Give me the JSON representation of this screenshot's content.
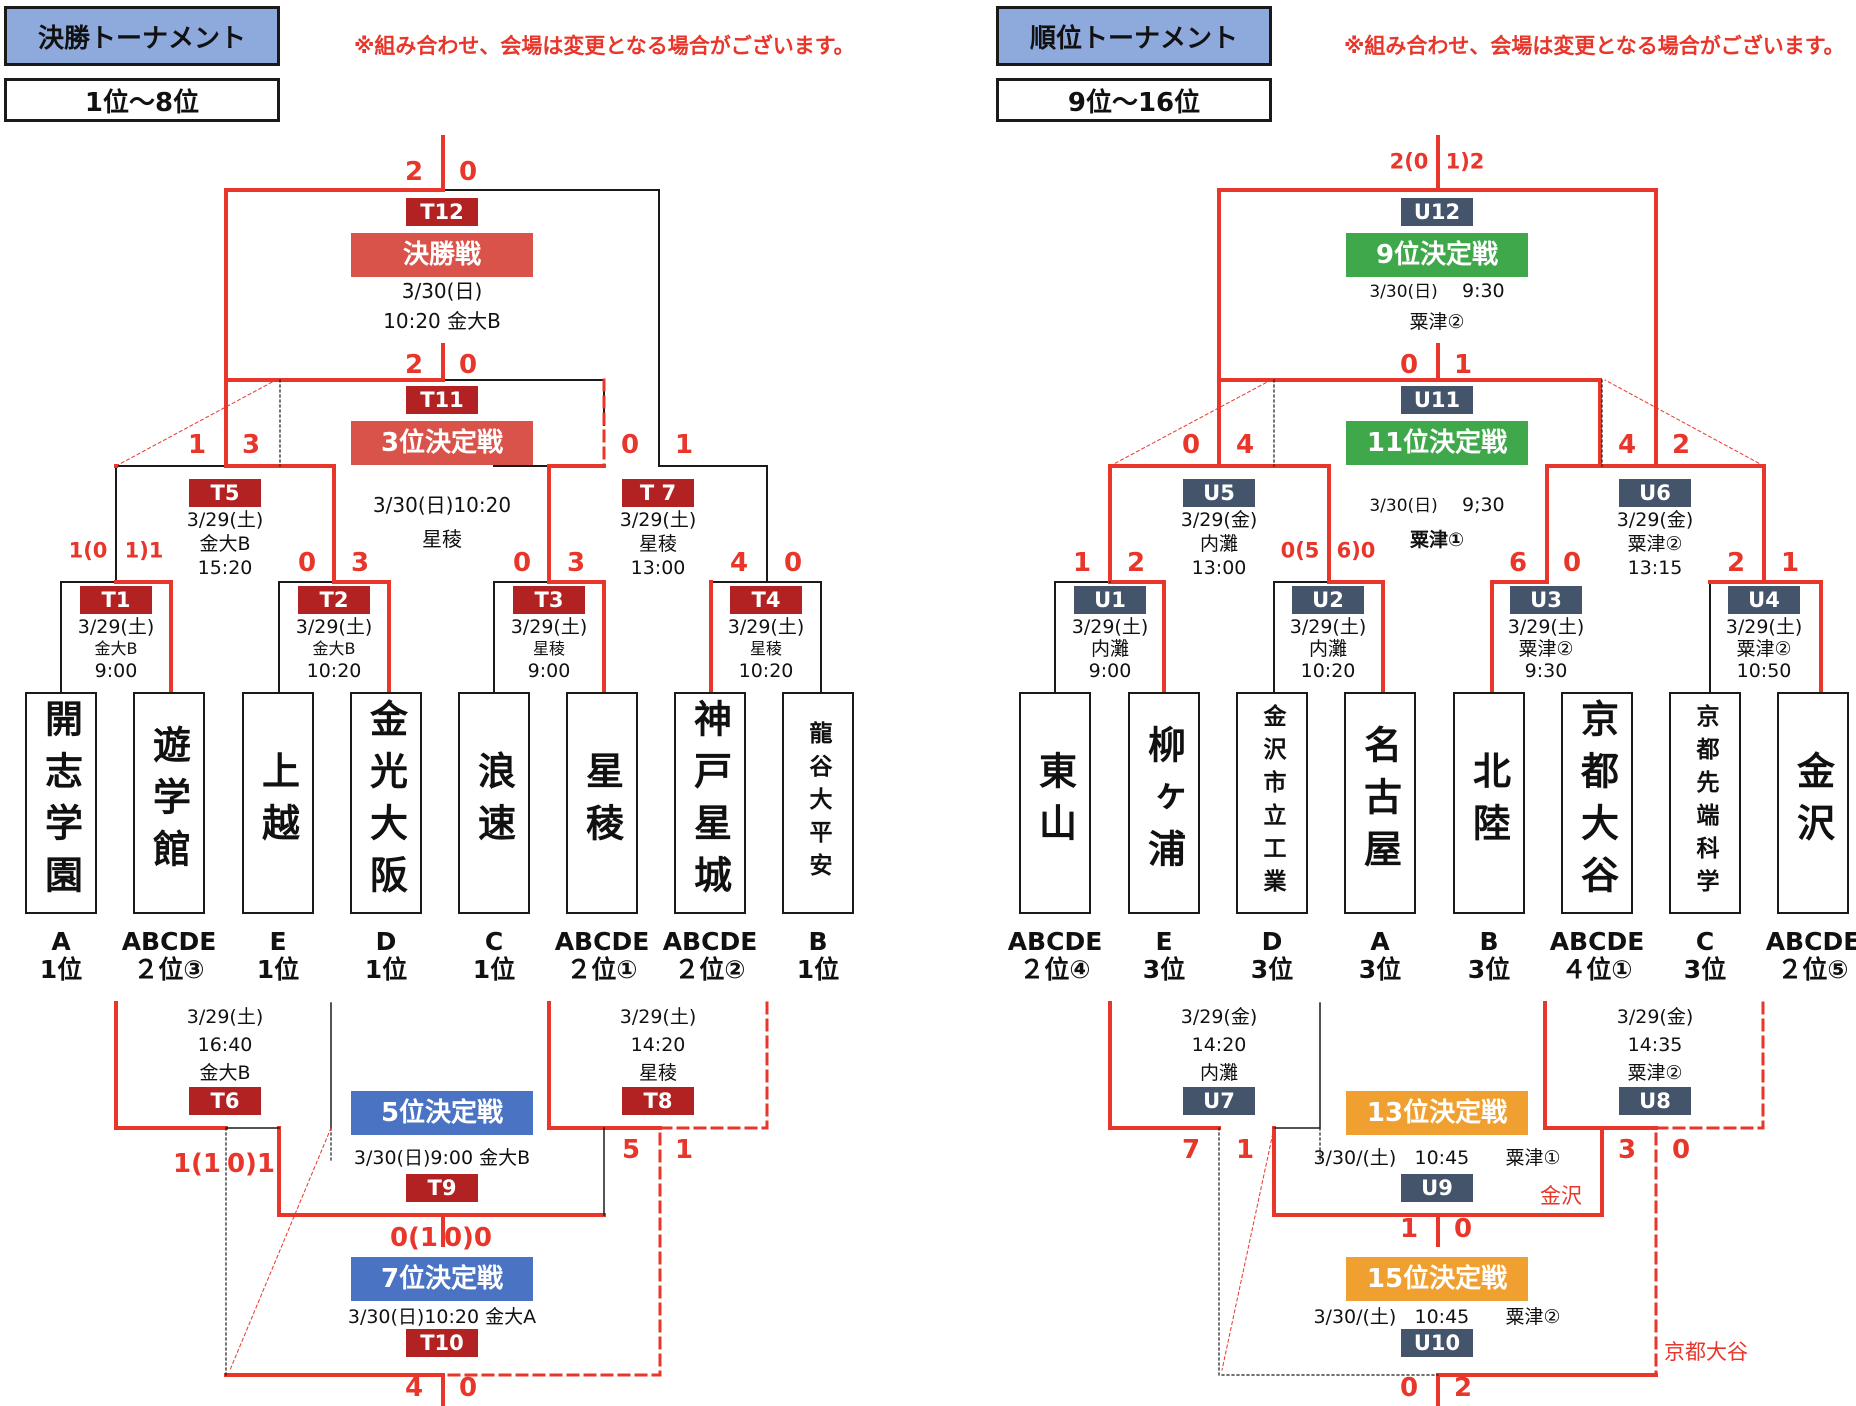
{
  "left": {
    "title": "決勝トーナメント",
    "subtitle": "1位～8位",
    "notice": "※組み合わせ、会場は変更となる場合がございます。",
    "teams": [
      {
        "name": "開志学園",
        "seed1": "A",
        "seed2": "1位"
      },
      {
        "name": "遊学館",
        "seed1": "ABCDE",
        "seed2": "２位③"
      },
      {
        "name": "上越",
        "seed1": "E",
        "seed2": "1位"
      },
      {
        "name": "金光大阪",
        "seed1": "D",
        "seed2": "1位"
      },
      {
        "name": "浪速",
        "seed1": "C",
        "seed2": "1位"
      },
      {
        "name": "星稜",
        "seed1": "ABCDE",
        "seed2": "２位①"
      },
      {
        "name": "神戸星城",
        "seed1": "ABCDE",
        "seed2": "２位②"
      },
      {
        "name": "龍谷大平安",
        "seed1": "B",
        "seed2": "1位"
      }
    ],
    "matches": {
      "T1": {
        "code": "T1",
        "date": "3/29(土)",
        "venue": "金大B",
        "time": "9:00",
        "score_l": "1(0",
        "score_r": "1)1"
      },
      "T2": {
        "code": "T2",
        "date": "3/29(土)",
        "venue": "金大B",
        "time": "10:20",
        "score_l": "0",
        "score_r": "3"
      },
      "T3": {
        "code": "T3",
        "date": "3/29(土)",
        "venue": "星稜",
        "time": "9:00",
        "score_l": "0",
        "score_r": "3"
      },
      "T4": {
        "code": "T4",
        "date": "3/29(土)",
        "venue": "星稜",
        "time": "10:20",
        "score_l": "4",
        "score_r": "0"
      },
      "T5": {
        "code": "T5",
        "date": "3/29(土)",
        "venue": "金大B",
        "time": "15:20",
        "score_l": "1",
        "score_r": "3"
      },
      "T7": {
        "code": "T 7",
        "date": "3/29(土)",
        "venue": "星稜",
        "time": "13:00",
        "score_l": "0",
        "score_r": "1"
      },
      "T11": {
        "code": "T11",
        "banner": "3位決定戦",
        "line1": "3/30(日)10:20",
        "line2": "星稜",
        "score_l": "2",
        "score_r": "0"
      },
      "T12": {
        "code": "T12",
        "banner": "決勝戦",
        "line1": "3/30(日)",
        "line2": "10:20 金大B",
        "score_l": "2",
        "score_r": "0"
      },
      "T6": {
        "code": "T6",
        "date": "3/29(土)",
        "time": "16:40",
        "venue": "金大B",
        "score_l": "1(1",
        "score_r": "0)1"
      },
      "T8": {
        "code": "T8",
        "date": "3/29(土)",
        "time": "14:20",
        "venue": "星稜",
        "score_l": "5",
        "score_r": "1"
      },
      "T9": {
        "code": "T9",
        "banner": "5位決定戦",
        "line1": "3/30(日)9:00 金大B",
        "score_l": "0(1",
        "score_r": "0)0"
      },
      "T10": {
        "code": "T10",
        "banner": "7位決定戦",
        "line1": "3/30(日)10:20 金大A",
        "score_l": "4",
        "score_r": "0"
      }
    }
  },
  "right": {
    "title": "順位トーナメント",
    "subtitle": "9位～16位",
    "notice": "※組み合わせ、会場は変更となる場合がございます。",
    "teams": [
      {
        "name": "東山",
        "seed1": "ABCDE",
        "seed2": "２位④"
      },
      {
        "name": "柳ヶ浦",
        "seed1": "E",
        "seed2": "3位"
      },
      {
        "name": "金沢市立工業",
        "seed1": "D",
        "seed2": "3位"
      },
      {
        "name": "名古屋",
        "seed1": "A",
        "seed2": "3位"
      },
      {
        "name": "北陸",
        "seed1": "B",
        "seed2": "3位"
      },
      {
        "name": "京都大谷",
        "seed1": "ABCDE",
        "seed2": "４位①"
      },
      {
        "name": "京都先端科学",
        "seed1": "C",
        "seed2": "3位"
      },
      {
        "name": "金沢",
        "seed1": "ABCDE",
        "seed2": "２位⑤"
      }
    ],
    "matches": {
      "U1": {
        "code": "U1",
        "date": "3/29(土)",
        "venue": "内灘",
        "time": "9:00",
        "score_l": "1",
        "score_r": "2"
      },
      "U2": {
        "code": "U2",
        "date": "3/29(土)",
        "venue": "内灘",
        "time": "10:20",
        "score_l": "0(5",
        "score_r": "6)0"
      },
      "U3": {
        "code": "U3",
        "date": "3/29(土)",
        "venue": "粟津②",
        "time": "9:30",
        "score_l": "6",
        "score_r": "0"
      },
      "U4": {
        "code": "U4",
        "date": "3/29(土)",
        "venue": "粟津②",
        "time": "10:50",
        "score_l": "2",
        "score_r": "1"
      },
      "U5": {
        "code": "U5",
        "date": "3/29(金)",
        "venue": "内灘",
        "time": "13:00",
        "score_l": "0",
        "score_r": "4"
      },
      "U6": {
        "code": "U6",
        "date": "3/29(金)",
        "venue": "粟津②",
        "time": "13:15",
        "score_l": "4",
        "score_r": "2"
      },
      "U11": {
        "code": "U11",
        "banner": "11位決定戦",
        "line1a": "3/30(日)",
        "line1b": "9;30",
        "line2": "粟津①",
        "score_l": "0",
        "score_r": "1"
      },
      "U12": {
        "code": "U12",
        "banner": "9位決定戦",
        "line1a": "3/30(日)",
        "line1b": "9:30",
        "line2": "粟津②",
        "score_l": "2(0",
        "score_r": "1)2"
      },
      "U7": {
        "code": "U7",
        "date": "3/29(金)",
        "time": "14:20",
        "venue": "内灘",
        "score_l": "7",
        "score_r": "1"
      },
      "U8": {
        "code": "U8",
        "date": "3/29(金)",
        "time": "14:35",
        "venue": "粟津②",
        "score_l": "3",
        "score_r": "0"
      },
      "U9": {
        "code": "U9",
        "banner": "13位決定戦",
        "line1a": "3/30/(土)",
        "line1b": "10:45",
        "line1c": "粟津①",
        "score_l": "1",
        "score_r": "0",
        "note": "金沢"
      },
      "U10": {
        "code": "U10",
        "banner": "15位決定戦",
        "line1a": "3/30/(土)",
        "line1b": "10:45",
        "line1c": "粟津②",
        "score_l": "0",
        "score_r": "2",
        "note": "京都大谷"
      }
    }
  },
  "colors": {
    "win_line": "#e8362b",
    "line": "#1a1a1a",
    "title_bg": "#8ea9db",
    "final_banner": "#d9534a",
    "left_banner": "#4a73c4",
    "right_banner_top": "#3fa84a",
    "right_banner_bottom": "#f0a030",
    "code_red": "#b22222",
    "code_slate": "#44546a"
  }
}
